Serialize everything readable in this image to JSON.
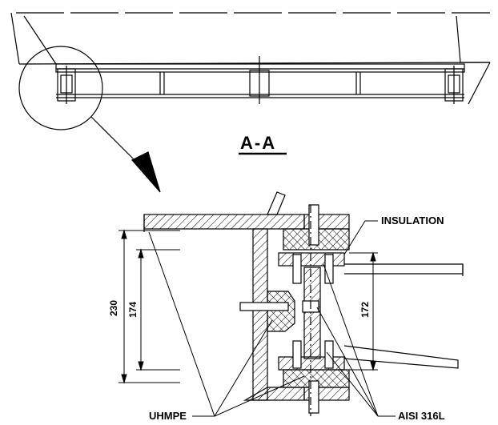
{
  "section_title": "A-A",
  "labels": {
    "insulation": "INSULATION",
    "uhmpe": "UHMPE",
    "aisi": "AISI 316L"
  },
  "dimensions": {
    "d230": "230",
    "d174": "174",
    "d172": "172"
  },
  "colors": {
    "line": "#000000",
    "background": "#ffffff"
  }
}
